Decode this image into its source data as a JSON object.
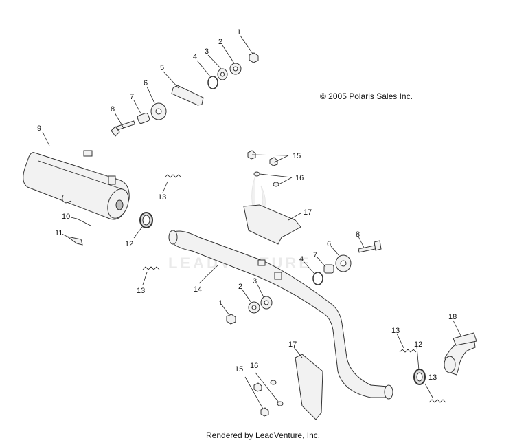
{
  "copyright": "© 2005 Polaris Sales Inc.",
  "footer": "Rendered by LeadVenture, Inc.",
  "watermark": "LEADVENTURE",
  "callouts": [
    "1",
    "2",
    "3",
    "4",
    "5",
    "6",
    "7",
    "8",
    "9",
    "10",
    "11",
    "12",
    "13",
    "14",
    "15",
    "16",
    "17",
    "18"
  ]
}
